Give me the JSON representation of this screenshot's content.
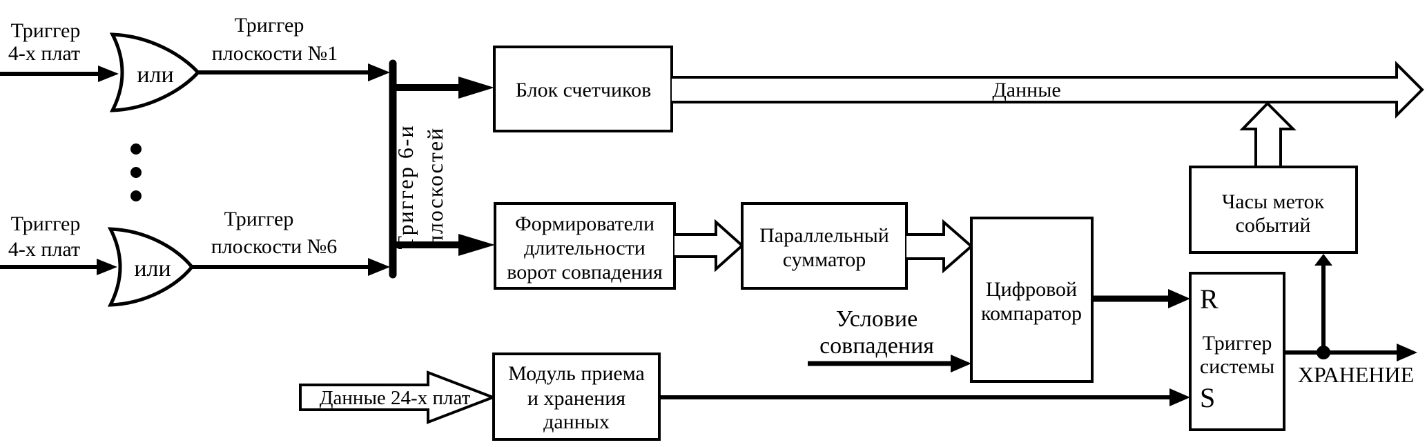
{
  "diagram": {
    "colors": {
      "stroke": "#000000",
      "background": "#ffffff"
    },
    "inputs": {
      "trigger4_top": {
        "line1": "Триггер",
        "line2": "4-х плат"
      },
      "trigger4_bottom": {
        "line1": "Триггер",
        "line2": "4-х плат"
      }
    },
    "gates": {
      "or1": "или",
      "or2": "или"
    },
    "plane_labels": {
      "plane1": {
        "line1": "Триггер",
        "line2": "плоскости №1"
      },
      "plane6": {
        "line1": "Триггер",
        "line2": "плоскости №6"
      }
    },
    "bus_label": {
      "line1": "Триггер 6-и",
      "line2": "плоскостей"
    },
    "boxes": {
      "counter_block": {
        "line1": "Блок счетчиков"
      },
      "gate_formers": {
        "line1": "Формирователи",
        "line2": "длительности",
        "line3": "ворот совпадения"
      },
      "parallel_adder": {
        "line1": "Параллельный",
        "line2": "сумматор"
      },
      "digital_comparator": {
        "line1": "Цифровой",
        "line2": "компаратор"
      },
      "event_clock": {
        "line1": "Часы меток",
        "line2": "событий"
      },
      "system_trigger": {
        "r": "R",
        "s": "S",
        "line1": "Триггер",
        "line2": "системы"
      },
      "data_module": {
        "line1": "Модуль приема",
        "line2": "и хранения",
        "line3": "данных"
      }
    },
    "arrows": {
      "data_bus_label": "Данные",
      "coincidence": {
        "line1": "Условие",
        "line2": "совпадения"
      },
      "storage_label": "ХРАНЕНИЕ",
      "data24_label": "Данные 24-х плат"
    }
  }
}
